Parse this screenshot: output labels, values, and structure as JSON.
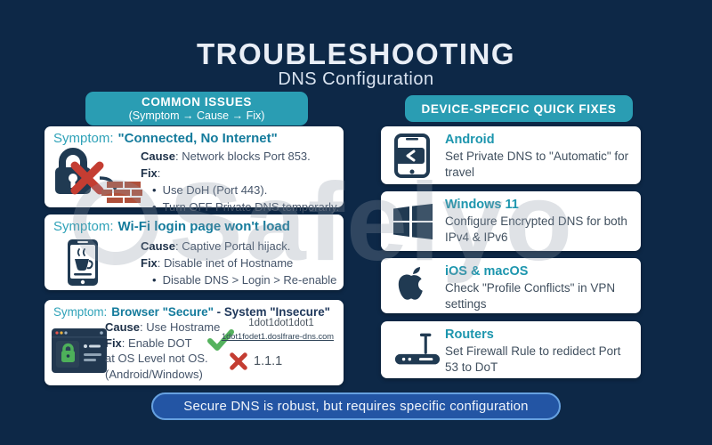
{
  "title": "TROUBLESHOOTING",
  "subtitle": "DNS Configuration",
  "colors": {
    "background": "#0d2847",
    "header_teal": "#2a9db3",
    "symptom_teal": "#2fa2b8",
    "symptom_bold_teal": "#147b9c",
    "card_white": "#ffffff",
    "body_text": "#46556a",
    "check_green": "#55b25e",
    "cross_red": "#c43d32",
    "footer_blue": "#2355a4",
    "footer_border": "#66a1e0"
  },
  "left_panel": {
    "header_line1": "COMMON ISSUES",
    "header_line2": "(Symptom → Cause → Fix)",
    "cards": [
      {
        "symptom_label": "Symptom:",
        "symptom_title": "\"Connected, No Internet\"",
        "cause_label": "Cause",
        "cause_text": ": Network blocks Port 853.",
        "fix_label": "Fix",
        "fix_text": ":",
        "bullets": [
          "Use DoH (Port 443).",
          "Turn OFF Private DNS temporarly."
        ],
        "icon": "lock-blocked-firewall-icon"
      },
      {
        "symptom_label": "Symptom:",
        "symptom_title": "Wi-Fi login page won't load",
        "cause_label": "Cause",
        "cause_text": ": Captive Portal hijack.",
        "fix_label": "Fix",
        "fix_text": ": Disable inet of Hostname",
        "bullets": [
          "Disable DNS > Login > Re-enable"
        ],
        "icon": "captive-portal-phone-icon"
      },
      {
        "symptom_label": "Symptom:",
        "title_teal": "Browser \"Secure\"",
        "title_navy": " - System \"Insecure\"",
        "cause_label": "Cause",
        "cause_text": ": Use Hostrame",
        "fix_label": "Fix",
        "fix_text": ": Enable DOT",
        "line3": "at OS Level not OS.",
        "line4": "(Android/Windows)",
        "dns_name": "1dot1dot1dot1",
        "dns_domain": "1dot1fodet1.doslfrare-dns.com",
        "bad_value": "1.1.1",
        "icon": "secure-browser-icon"
      }
    ]
  },
  "right_panel": {
    "header": "DEVICE-SPECFIC QUICK FIXES",
    "cards": [
      {
        "title": "Android",
        "text": "Set Private DNS to \"Automatic\" for travel",
        "icon": "android-phone-icon"
      },
      {
        "title": "Windows 11",
        "text": "Configure Encrypted DNS for both IPv4 & IPv6",
        "icon": "windows-logo-icon"
      },
      {
        "title": "iOS & macOS",
        "text": "Check \"Profile Conflicts\" in VPN settings",
        "icon": "apple-logo-icon"
      },
      {
        "title": "Routers",
        "text": "Set Firewall Rule to redidect Port 53 to DoT",
        "icon": "router-icon"
      }
    ]
  },
  "footer": {
    "text": "Secure DNS is robust, but requires specific configuration"
  },
  "watermark": {
    "text": "Safelyo"
  }
}
